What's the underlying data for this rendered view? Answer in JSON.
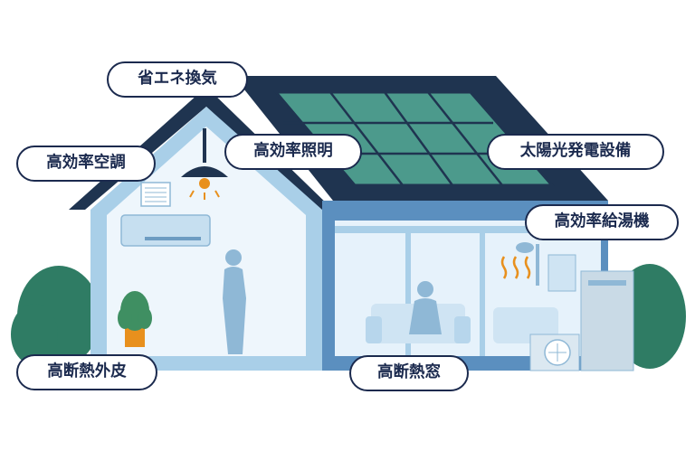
{
  "labels": {
    "ventilation": "省エネ換気",
    "air_conditioning": "高効率空調",
    "lighting": "高効率照明",
    "solar": "太陽光発電設備",
    "water_heater": "高効率給湯機",
    "insulation_walls": "高断熱外皮",
    "insulation_windows": "高断熱窓"
  },
  "colors": {
    "roof_navy": "#1f3450",
    "wall_blue": "#5b8fbf",
    "solar_green": "#4c9a8c",
    "accent_orange": "#e8901d",
    "bush_green": "#2f7c64",
    "label_border": "#1b2a4e"
  }
}
